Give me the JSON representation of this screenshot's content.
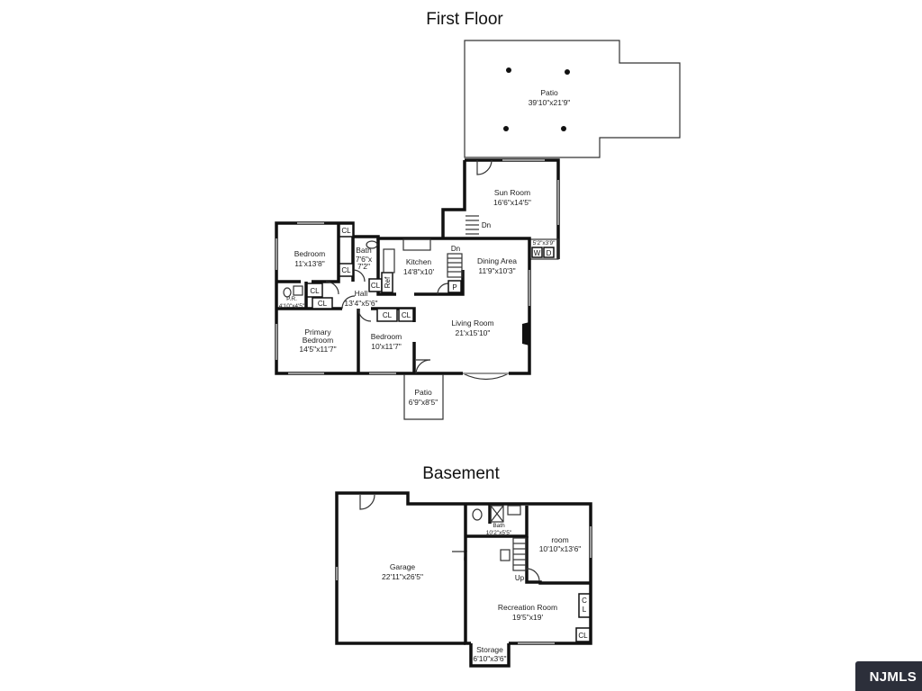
{
  "floors": {
    "first": {
      "title": "First Floor",
      "rooms": {
        "patio_top": {
          "name": "Patio",
          "dim": "39'10\"x21'9\""
        },
        "sun_room": {
          "name": "Sun Room",
          "dim": "16'6\"x14'5\""
        },
        "bedroom_nw": {
          "name": "Bedroom",
          "dim": "11'x13'8\""
        },
        "bath": {
          "name": "Bath",
          "dim1": "7'6\"x",
          "dim2": "7'2\""
        },
        "kitchen": {
          "name": "Kitchen",
          "dim": "14'8\"x10'"
        },
        "dining": {
          "name": "Dining Area",
          "dim": "11'9\"x10'3\""
        },
        "hall": {
          "name": "Hall",
          "dim": "13'4\"x5'6\""
        },
        "powder": {
          "name": "P.R.",
          "dim": "4'10\"x4'5\""
        },
        "primary": {
          "name1": "Primary",
          "name2": "Bedroom",
          "dim": "14'5\"x11'7\""
        },
        "bedroom_s": {
          "name": "Bedroom",
          "dim": "10'x11'7\""
        },
        "living": {
          "name": "Living Room",
          "dim": "21'x15'10\""
        },
        "patio_small": {
          "name": "Patio",
          "dim": "6'9\"x8'5\""
        },
        "laundry": {
          "dim": "5'2\"x3'9\""
        }
      },
      "labels": {
        "cl": "CL",
        "dn": "Dn",
        "ref": "Ref",
        "p": "P",
        "w": "W",
        "d": "D"
      }
    },
    "basement": {
      "title": "Basement",
      "rooms": {
        "garage": {
          "name": "Garage",
          "dim": "22'11\"x26'5\""
        },
        "bath": {
          "name": "Bath",
          "dim": "10'2\"x5'5\""
        },
        "room": {
          "name": "room",
          "dim": "10'10\"x13'6\""
        },
        "recreation": {
          "name": "Recreation Room",
          "dim": "19'5\"x19'"
        },
        "storage": {
          "name": "Storage",
          "dim": "6'10\"x3'6\""
        }
      },
      "labels": {
        "up": "Up",
        "cl": "CL",
        "c": "C",
        "l": "L"
      }
    }
  },
  "badge": {
    "text": "NJMLS"
  }
}
